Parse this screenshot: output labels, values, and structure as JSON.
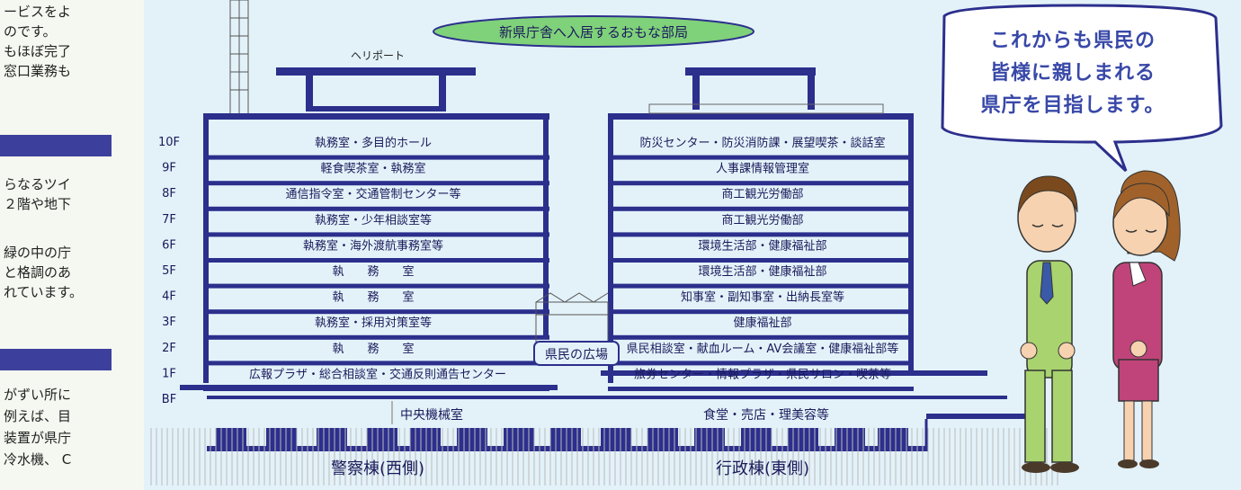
{
  "left_text": {
    "block1": [
      "ービスをよ",
      "のです。",
      "もほぼ完了",
      "窓口業務も"
    ],
    "block2": [
      "らなるツイ",
      "２階や地下"
    ],
    "block3": [
      "緑の中の庁",
      "と格調のあ",
      "れています。"
    ],
    "block4": [
      "がずい所に",
      "例えば、目",
      "装置が県庁",
      "冷水機、 C"
    ]
  },
  "diagram": {
    "title": "新県庁舎へ入居するおもな部局",
    "heliport": "ヘリポート",
    "plaza": "県民の広場",
    "floor_labels": [
      "10F",
      "9F",
      "8F",
      "7F",
      "6F",
      "5F",
      "4F",
      "3F",
      "2F",
      "1F",
      "BF"
    ],
    "west_floors": [
      "執務室・多目的ホール",
      "軽食喫茶室・執務室",
      "通信指令室・交通管制センター等",
      "執務室・少年相談室等",
      "執務室・海外渡航事務室等",
      "執　　務　　室",
      "執　　務　　室",
      "執務室・採用対策室等",
      "執　　務　　室",
      "広報プラザ・総合相談室・交通反則通告センター"
    ],
    "east_floors": [
      "防災センター・防災消防課・展望喫茶・談話室",
      "人事課情報管理室",
      "商工観光労働部",
      "商工観光労働部",
      "環境生活部・健康福祉部",
      "環境生活部・健康福祉部",
      "知事室・副知事室・出納長室等",
      "健康福祉部",
      "県民相談室・献血ルーム・AV会議室・健康福祉部等",
      "旅券センター・情報プラザ・県民サロン・喫茶等"
    ],
    "basement_west": "中央機械室",
    "basement_east": "食堂・売店・理美容等",
    "west_building": "警察棟(西側)",
    "east_building": "行政棟(東側)"
  },
  "speech_bubble": [
    "これからも県民の",
    "皆様に親しまれる",
    "県庁を目指します。"
  ],
  "colors": {
    "structure": "#2c2f8c",
    "title_pill": "#7fd17a",
    "bubble_text": "#3848a8",
    "man_suit": "#a8d36e",
    "woman_suit": "#c0447a"
  }
}
